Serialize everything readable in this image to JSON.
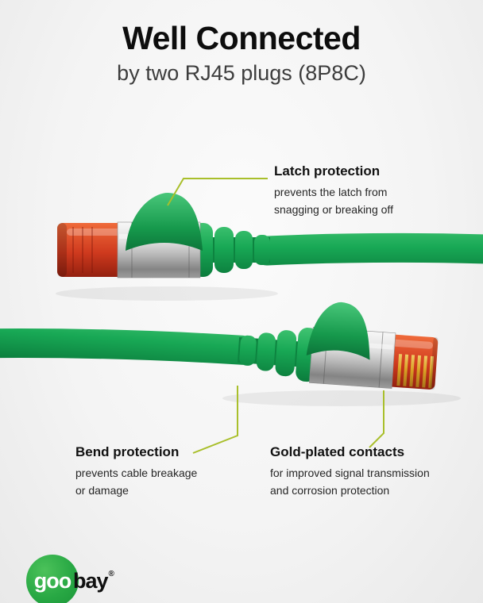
{
  "colors": {
    "background_center": "#fbfbfb",
    "background_edge": "#e9e9e9",
    "accent_line": "#a9bf2b",
    "cable_green": "#16a352",
    "metal_silver": "#c9c9c9",
    "plug_red": "#c0331c",
    "contact_gold": "#d9a125",
    "logo_green": "#28a844",
    "title_black": "#0d0d0d",
    "subtitle_gray": "#3d3d3d"
  },
  "header": {
    "title": "Well Connected",
    "subtitle": "by two RJ45 plugs (8P8C)"
  },
  "callouts": {
    "latch": {
      "title": "Latch protection",
      "lines": [
        "prevents the latch from",
        "snagging or breaking off"
      ]
    },
    "bend": {
      "title": "Bend protection",
      "lines": [
        "prevents cable breakage",
        "or damage"
      ]
    },
    "gold": {
      "title": "Gold-plated contacts",
      "lines": [
        "for improved signal transmission",
        "and corrosion protection"
      ]
    }
  },
  "logo": {
    "goo": "goo",
    "bay": "bay",
    "registered": "®"
  }
}
